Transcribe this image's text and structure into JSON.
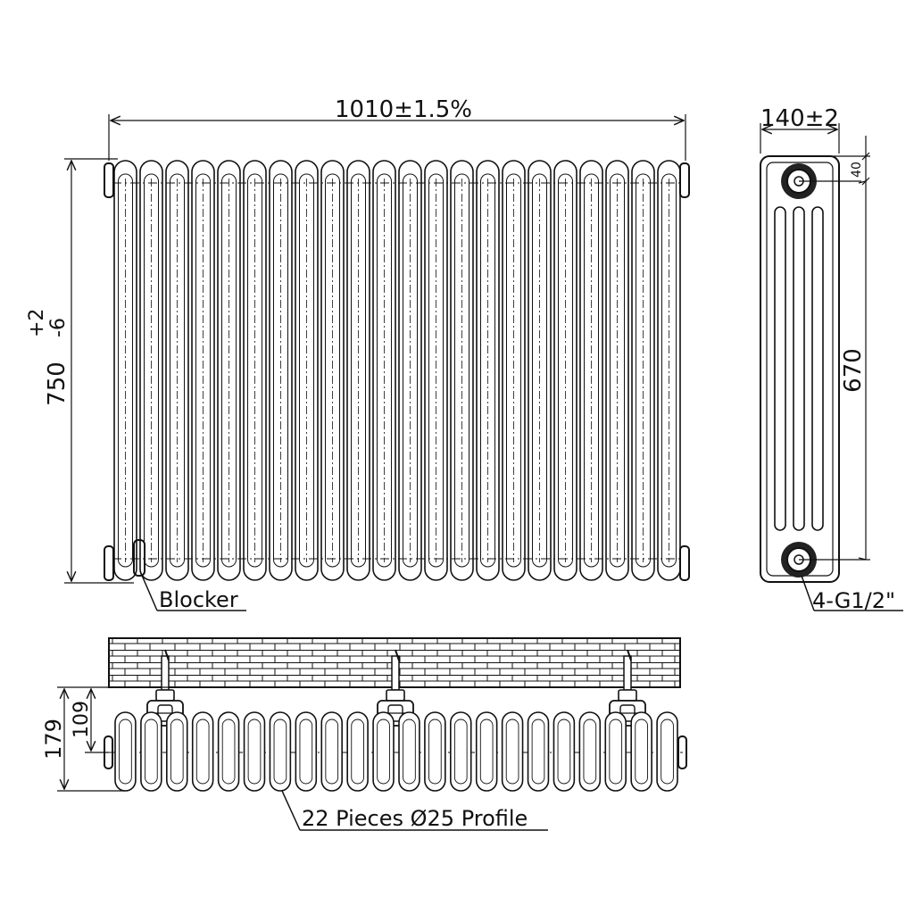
{
  "dimensions": {
    "front_width": "1010±1.5%",
    "front_height_base": "750",
    "front_height_tol_plus": "+2",
    "front_height_tol_minus": "-6",
    "side_width": "140±2",
    "side_top_offset": "40",
    "side_pipe_centers": "670",
    "top_depth_total": "179",
    "top_depth_wall": "109"
  },
  "labels": {
    "blocker": "Blocker",
    "connections": "4-G1/2\"",
    "profile": "22 Pieces Ø25 Profile"
  },
  "counts": {
    "front_tubes": 22,
    "top_tubes": 22,
    "side_columns": 3,
    "wall_brackets": 3
  }
}
